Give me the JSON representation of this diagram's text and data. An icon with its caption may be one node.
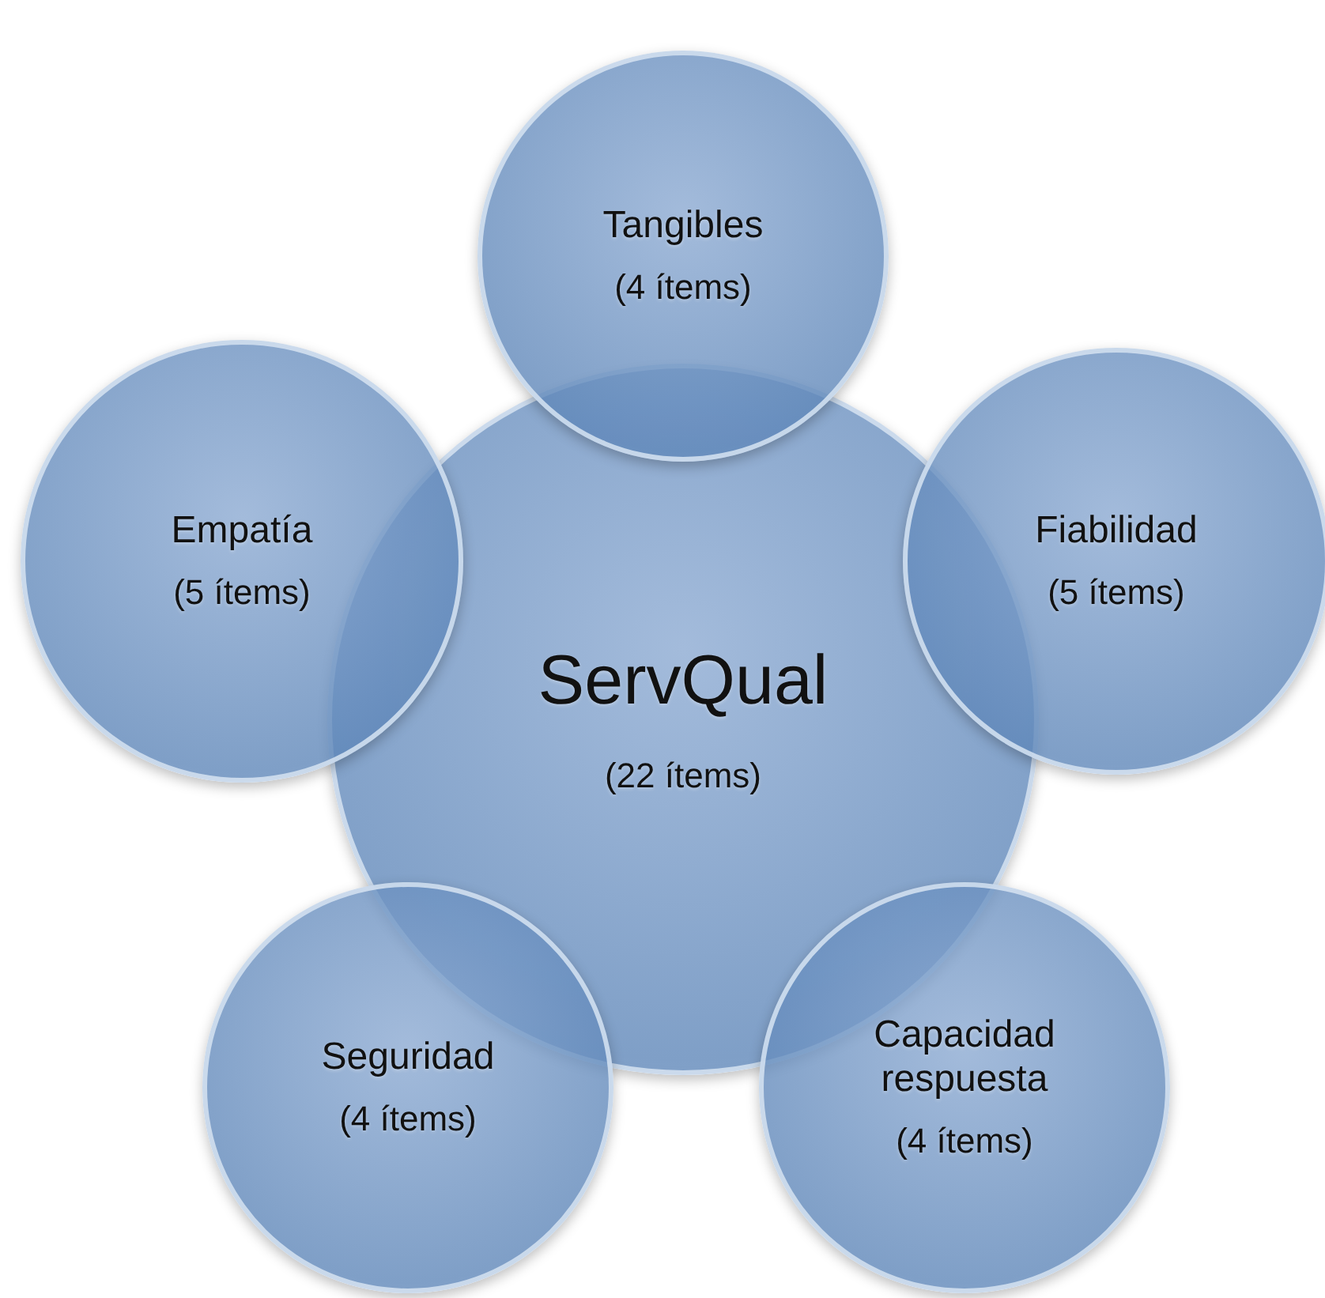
{
  "diagram": {
    "nodes": [
      {
        "text": [
          "Tangibles",
          "(4 ítems)"
        ]
      },
      {
        "text": [
          "Empatía",
          "(5 ítems)"
        ]
      },
      {
        "text": [
          "ServQual",
          "(22 ítems)"
        ]
      },
      {
        "text": [
          "Fiabilidad",
          "(5 ítems)"
        ]
      },
      {
        "text": [
          "Seguridad",
          "(4 ítems)"
        ]
      },
      {
        "text": [
          "Capacidad respuesta",
          "(4 ítems)"
        ]
      }
    ]
  }
}
